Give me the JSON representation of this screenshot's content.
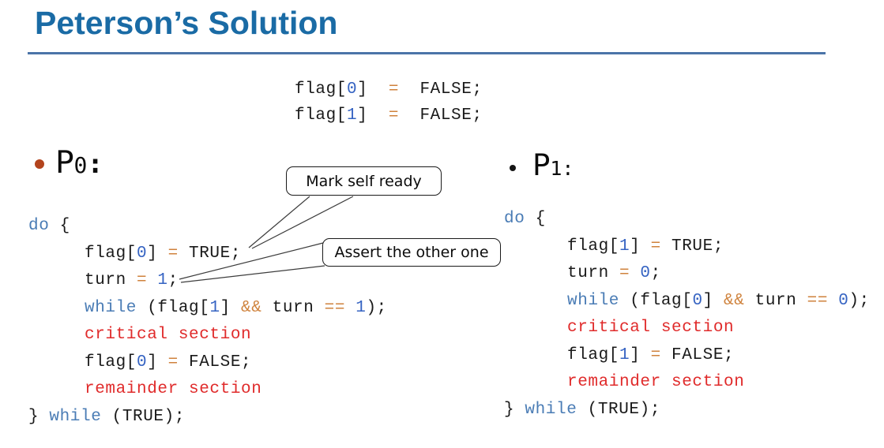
{
  "title": "Peterson’s Solution",
  "colors": {
    "title": "#1a6ba5",
    "rule": "#4b74a8",
    "keyword": "#4a7cb5",
    "number": "#3563c2",
    "operator": "#cf823c",
    "section": "#e02b2b",
    "code": "#1a1a1a",
    "p0_bullet": "#b3441d",
    "p1_bullet": "#151515",
    "callout_border": "#1a1a1a"
  },
  "init": {
    "lines": [
      {
        "indent": false,
        "tokens": [
          {
            "t": "flag[",
            "c": "p"
          },
          {
            "t": "0",
            "c": "n"
          },
          {
            "t": "]  ",
            "c": "p"
          },
          {
            "t": "=  ",
            "c": "o"
          },
          {
            "t": "FALSE;",
            "c": "p"
          }
        ]
      },
      {
        "indent": false,
        "tokens": [
          {
            "t": "flag[",
            "c": "p"
          },
          {
            "t": "1",
            "c": "n"
          },
          {
            "t": "]  ",
            "c": "p"
          },
          {
            "t": "=  ",
            "c": "o"
          },
          {
            "t": "FALSE;",
            "c": "p"
          }
        ]
      }
    ]
  },
  "p0": {
    "label": {
      "p": "P",
      "sub": "0",
      "colon": ":"
    },
    "code": {
      "lines": [
        {
          "indent": false,
          "tokens": [
            {
              "t": "do ",
              "c": "k"
            },
            {
              "t": "{",
              "c": "p"
            }
          ]
        },
        {
          "indent": true,
          "tokens": [
            {
              "t": "flag[",
              "c": "p"
            },
            {
              "t": "0",
              "c": "n"
            },
            {
              "t": "] ",
              "c": "p"
            },
            {
              "t": "= ",
              "c": "o"
            },
            {
              "t": "TRUE;",
              "c": "p"
            }
          ]
        },
        {
          "indent": true,
          "tokens": [
            {
              "t": "turn ",
              "c": "p"
            },
            {
              "t": "= ",
              "c": "o"
            },
            {
              "t": "1",
              "c": "n"
            },
            {
              "t": ";",
              "c": "p"
            }
          ]
        },
        {
          "indent": true,
          "tokens": [
            {
              "t": "while",
              "c": "k"
            },
            {
              "t": " (flag[",
              "c": "p"
            },
            {
              "t": "1",
              "c": "n"
            },
            {
              "t": "] ",
              "c": "p"
            },
            {
              "t": "&& ",
              "c": "o"
            },
            {
              "t": "turn ",
              "c": "p"
            },
            {
              "t": "== ",
              "c": "o"
            },
            {
              "t": "1",
              "c": "n"
            },
            {
              "t": ");",
              "c": "p"
            }
          ]
        },
        {
          "indent": true,
          "tokens": [
            {
              "t": "critical section",
              "c": "r"
            }
          ]
        },
        {
          "indent": true,
          "tokens": [
            {
              "t": "flag[",
              "c": "p"
            },
            {
              "t": "0",
              "c": "n"
            },
            {
              "t": "] ",
              "c": "p"
            },
            {
              "t": "= ",
              "c": "o"
            },
            {
              "t": "FALSE;",
              "c": "p"
            }
          ]
        },
        {
          "indent": true,
          "tokens": [
            {
              "t": "remainder section",
              "c": "r"
            }
          ]
        },
        {
          "indent": false,
          "tokens": [
            {
              "t": "} ",
              "c": "p"
            },
            {
              "t": "while",
              "c": "k"
            },
            {
              "t": " (TRUE);",
              "c": "p"
            }
          ]
        }
      ]
    }
  },
  "p1": {
    "label": {
      "p": "P",
      "sub": "1",
      "colon": ":"
    },
    "code": {
      "lines": [
        {
          "indent": false,
          "tokens": [
            {
              "t": "do ",
              "c": "k"
            },
            {
              "t": "{",
              "c": "p"
            }
          ]
        },
        {
          "indent": true,
          "tokens": [
            {
              "t": "flag[",
              "c": "p"
            },
            {
              "t": "1",
              "c": "n"
            },
            {
              "t": "] ",
              "c": "p"
            },
            {
              "t": "= ",
              "c": "o"
            },
            {
              "t": "TRUE;",
              "c": "p"
            }
          ]
        },
        {
          "indent": true,
          "tokens": [
            {
              "t": "turn ",
              "c": "p"
            },
            {
              "t": "= ",
              "c": "o"
            },
            {
              "t": "0",
              "c": "n"
            },
            {
              "t": ";",
              "c": "p"
            }
          ]
        },
        {
          "indent": true,
          "tokens": [
            {
              "t": "while",
              "c": "k"
            },
            {
              "t": " (flag[",
              "c": "p"
            },
            {
              "t": "0",
              "c": "n"
            },
            {
              "t": "] ",
              "c": "p"
            },
            {
              "t": "&& ",
              "c": "o"
            },
            {
              "t": "turn ",
              "c": "p"
            },
            {
              "t": "== ",
              "c": "o"
            },
            {
              "t": "0",
              "c": "n"
            },
            {
              "t": ");",
              "c": "p"
            }
          ]
        },
        {
          "indent": true,
          "tokens": [
            {
              "t": "critical section",
              "c": "r"
            }
          ]
        },
        {
          "indent": true,
          "tokens": [
            {
              "t": "flag[",
              "c": "p"
            },
            {
              "t": "1",
              "c": "n"
            },
            {
              "t": "] ",
              "c": "p"
            },
            {
              "t": "= ",
              "c": "o"
            },
            {
              "t": "FALSE;",
              "c": "p"
            }
          ]
        },
        {
          "indent": true,
          "tokens": [
            {
              "t": "remainder section",
              "c": "r"
            }
          ]
        },
        {
          "indent": false,
          "tokens": [
            {
              "t": "} ",
              "c": "p"
            },
            {
              "t": "while",
              "c": "k"
            },
            {
              "t": " (TRUE);",
              "c": "p"
            }
          ]
        }
      ]
    }
  },
  "callouts": {
    "mark_self_ready": "Mark self ready",
    "assert_other": "Assert the other one"
  }
}
